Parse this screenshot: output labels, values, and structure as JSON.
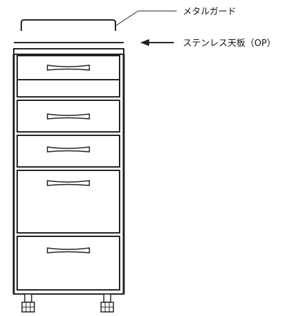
{
  "labels": {
    "metal_guard": "メタルガード",
    "stainless_top": "ステンレス天板（OP）"
  },
  "cabinet": {
    "drawer_count": 5
  },
  "colors": {
    "line": "#222222",
    "background": "#ffffff"
  }
}
